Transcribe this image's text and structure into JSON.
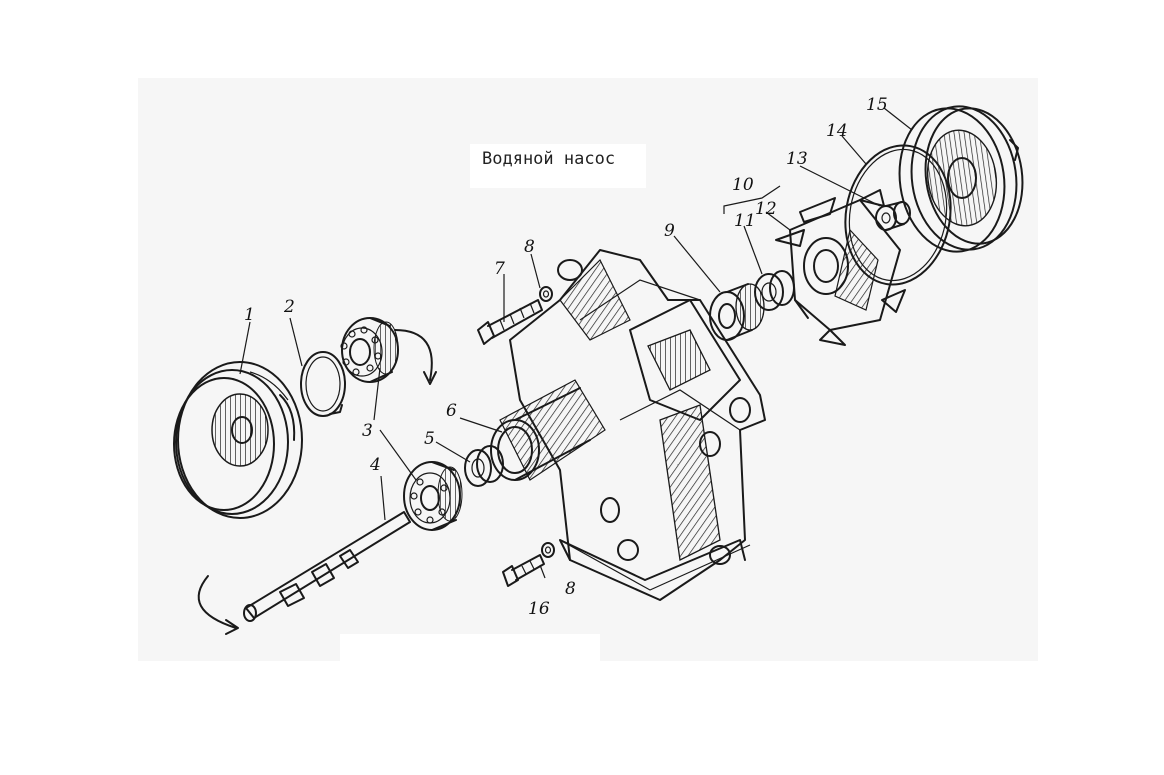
{
  "title": "Водяной насос",
  "callouts": {
    "c1": "1",
    "c2": "2",
    "c3": "3",
    "c4": "4",
    "c5": "5",
    "c6": "6",
    "c7": "7",
    "c8a": "8",
    "c8b": "8",
    "c9": "9",
    "c10": "10",
    "c11": "11",
    "c12": "12",
    "c13": "13",
    "c14": "14",
    "c15": "15",
    "c16": "16"
  }
}
